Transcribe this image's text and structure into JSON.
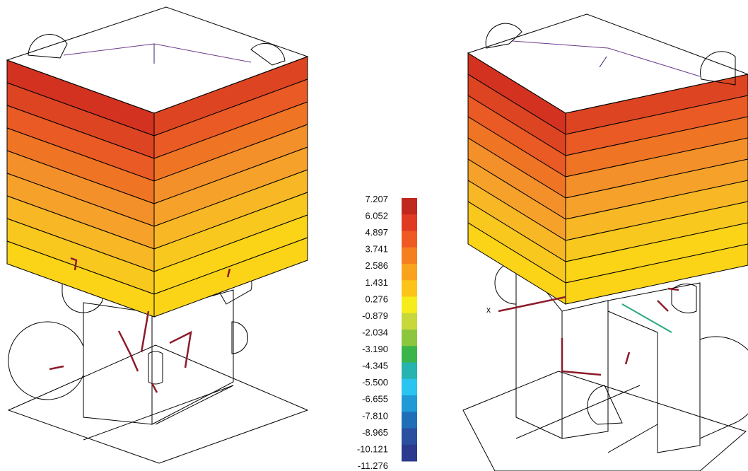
{
  "colorbar": {
    "ticks": [
      "7.207",
      "6.052",
      "4.897",
      "3.741",
      "2.586",
      "1.431",
      "0.276",
      "-0.879",
      "-2.034",
      "-3.190",
      "-4.345",
      "-5.500",
      "-6.655",
      "-7.810",
      "-8.965",
      "-10.121",
      "-11.276"
    ],
    "colors": [
      "#c0281e",
      "#e03a22",
      "#ef5a23",
      "#f57f1f",
      "#f9a31c",
      "#fcc418",
      "#f6ec1a",
      "#c8d83a",
      "#8cc63f",
      "#39b54a",
      "#27b3b0",
      "#29c5f0",
      "#1f9ad6",
      "#1f6fb8",
      "#2a4fa0",
      "#2b3a8e"
    ],
    "max": 7.207,
    "min": -11.276
  },
  "views": [
    {
      "name": "left-view",
      "axis_label": ""
    },
    {
      "name": "right-view",
      "axis_label": "x"
    }
  ],
  "palette": {
    "top_face": "#b8201e",
    "bands": [
      "#d2321f",
      "#dd4422",
      "#e95a25",
      "#ef7424",
      "#f4902a",
      "#f6a22a",
      "#f8b725",
      "#f9c81f",
      "#fbd418"
    ],
    "stem": "#fbd418",
    "base": "#f8c81c",
    "arrow": "#8c1b2b"
  }
}
